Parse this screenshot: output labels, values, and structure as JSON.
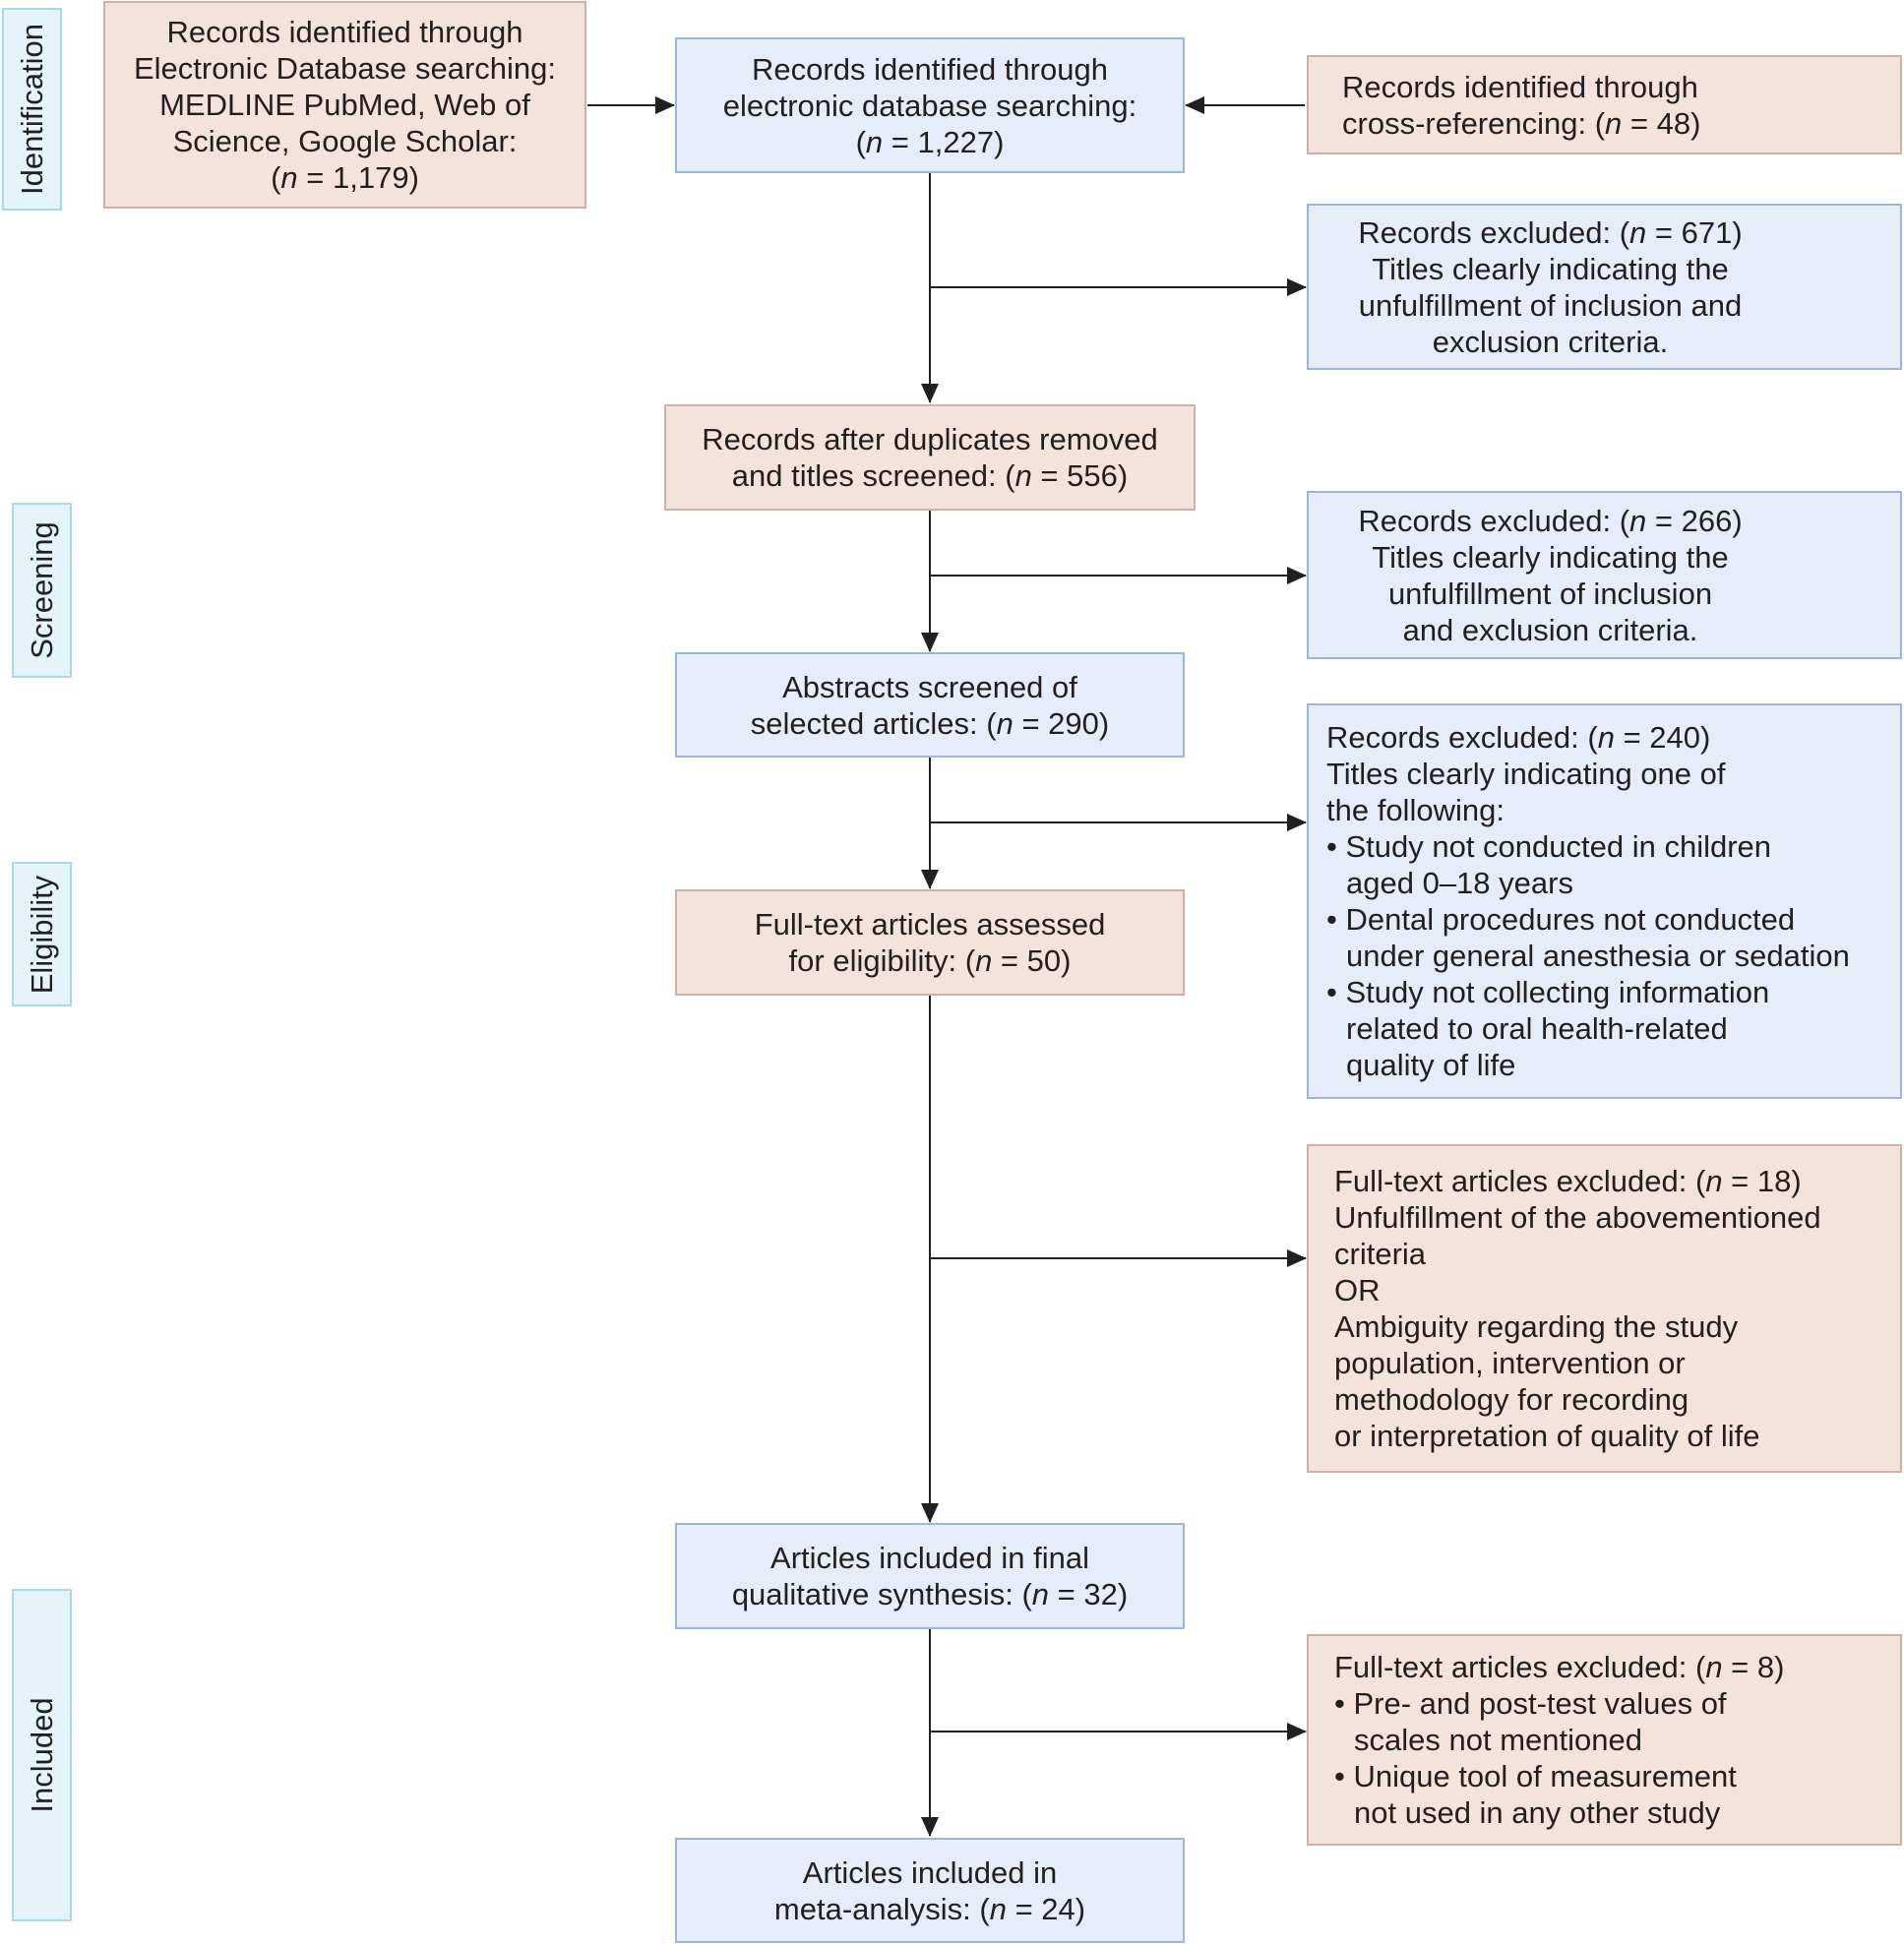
{
  "stages": [
    "Identification",
    "Screening",
    "Eligibility",
    "Included"
  ],
  "colors": {
    "pink_fill": "#f4e3dc",
    "blue_fill": "#e6edf8",
    "stage_fill": "#e5f3fb",
    "arrow": "#231f20"
  },
  "boxes": {
    "db_sources": {
      "lines": [
        "Records identified through",
        "Electronic Database searching:",
        "MEDLINE PubMed, Web of",
        "Science, Google Scholar:"
      ],
      "count": "(n = 1,179)"
    },
    "db_total": {
      "lines": [
        "Records identified through",
        "electronic database searching:"
      ],
      "count": "(n = 1,227)"
    },
    "cross_ref": {
      "lines": [
        "Records identified through",
        "cross-referencing: (n = 48)"
      ]
    },
    "excluded_671": {
      "lines": [
        "Records excluded: (n = 671)",
        "Titles clearly indicating the",
        "unfulfillment of inclusion and",
        "exclusion criteria."
      ]
    },
    "after_duplicates": {
      "lines": [
        "Records after duplicates removed",
        "and titles screened: (n = 556)"
      ]
    },
    "excluded_266": {
      "lines": [
        "Records excluded: (n = 266)",
        "Titles clearly indicating the",
        "unfulfillment of inclusion",
        "and exclusion criteria."
      ]
    },
    "abstracts": {
      "lines": [
        "Abstracts screened of",
        "selected articles: (n = 290)"
      ]
    },
    "excluded_240": {
      "lines": [
        "Records excluded: (n = 240)",
        "Titles clearly indicating one of",
        "the following:",
        "• Study not conducted in children",
        "aged 0–18 years",
        "• Dental procedures not conducted",
        "under general anesthesia or sedation",
        "• Study not collecting information",
        "related to oral health-related",
        "quality of life"
      ]
    },
    "full_text": {
      "lines": [
        "Full-text articles assessed",
        "for eligibility: (n = 50)"
      ]
    },
    "excluded_18": {
      "lines": [
        "Full-text articles excluded: (n = 18)",
        "Unfulfillment of the abovementioned",
        "criteria",
        "OR",
        "Ambiguity regarding the study",
        "population, intervention or",
        "methodology for recording",
        "or interpretation of quality of life"
      ]
    },
    "qualitative": {
      "lines": [
        "Articles included in final",
        "qualitative synthesis: (n = 32)"
      ]
    },
    "excluded_8": {
      "lines": [
        "Full-text articles excluded: (n = 8)",
        "• Pre- and post-test values of",
        "scales not mentioned",
        "• Unique tool of measurement",
        "not used in any other study"
      ]
    },
    "meta": {
      "lines": [
        "Articles included in",
        "meta-analysis: (n = 24)"
      ]
    }
  }
}
